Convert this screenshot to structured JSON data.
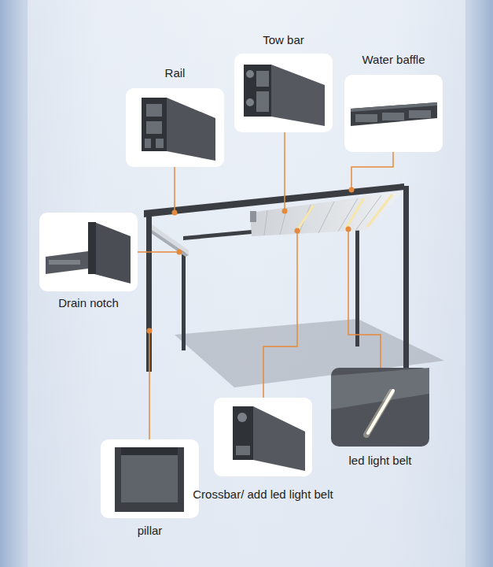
{
  "diagram": {
    "nodes": [
      {
        "text": [
          "Rail"
        ]
      },
      {
        "text": [
          "Tow bar"
        ]
      },
      {
        "text": [
          "Water baffle"
        ]
      },
      {
        "text": [
          "Drain notch"
        ]
      },
      {
        "text": [
          "pillar"
        ]
      },
      {
        "text": [
          "Crossbar/ add led light belt"
        ]
      },
      {
        "text": [
          "led light belt"
        ]
      }
    ]
  }
}
